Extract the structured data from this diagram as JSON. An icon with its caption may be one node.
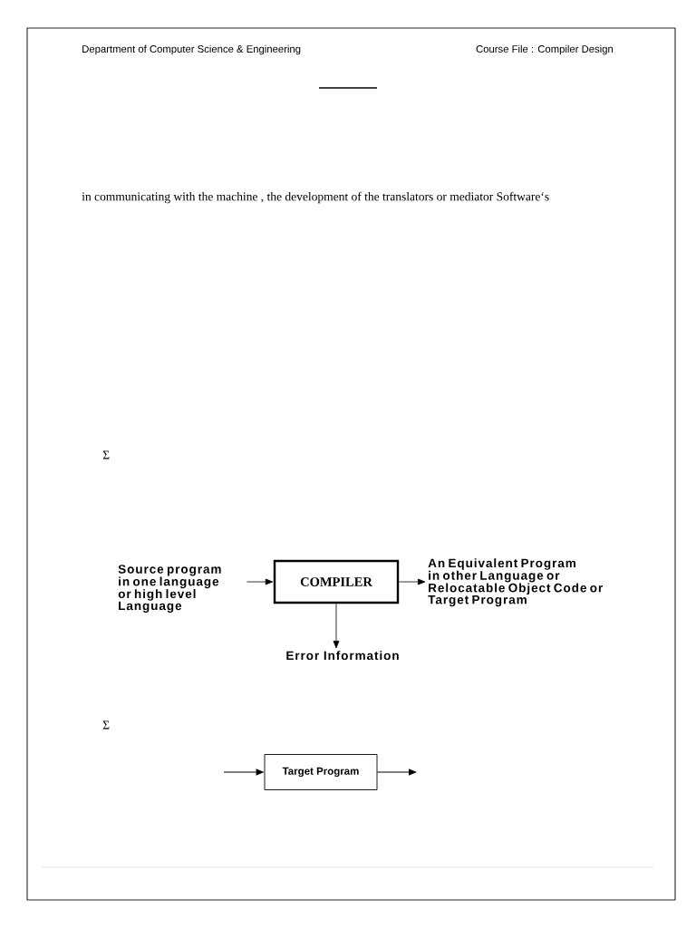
{
  "diagram": {
    "nodes": [
      {
        "text": [
          "Source program in one language or high level Language"
        ]
      },
      {
        "text": [
          "COMPILER"
        ]
      },
      {
        "text": [
          "An Equivalent Program in other Language or Relocatable Object Code or Target Program"
        ]
      },
      {
        "text": [
          "Error Information"
        ]
      },
      {
        "text": [
          "Target Program"
        ]
      }
    ],
    "edges": [
      {
        "from": 0,
        "to": 1,
        "arrow": "to"
      },
      {
        "from": 1,
        "to": 2,
        "arrow": "to"
      },
      {
        "from": 1,
        "to": 3,
        "arrow": "to"
      },
      {
        "from": null,
        "to": 4,
        "arrow": "to"
      },
      {
        "from": 4,
        "to": null,
        "arrow": "to"
      }
    ],
    "labels": [
      "Department of Computer Science & Engineering",
      "Course File : Compiler Design",
      "in communicating with the machine , the development of the translators or mediator Software‘s",
      "Σ",
      "Σ"
    ]
  }
}
